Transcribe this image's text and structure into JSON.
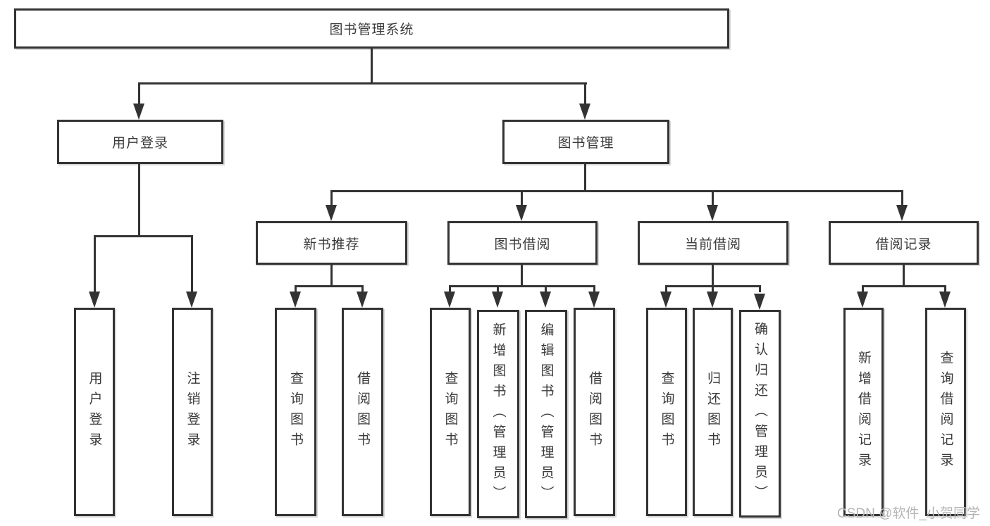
{
  "diagram": {
    "type": "hierarchy",
    "root": {
      "label": "图书管理系统"
    },
    "level2": [
      {
        "label": "用户登录"
      },
      {
        "label": "图书管理"
      }
    ],
    "level3": [
      {
        "label": "新书推荐",
        "parent": "图书管理"
      },
      {
        "label": "图书借阅",
        "parent": "图书管理"
      },
      {
        "label": "当前借阅",
        "parent": "图书管理"
      },
      {
        "label": "借阅记录",
        "parent": "图书管理"
      }
    ],
    "leaves": [
      {
        "label": "用户登录",
        "parent": "用户登录"
      },
      {
        "label": "注销登录",
        "parent": "用户登录"
      },
      {
        "label": "查询图书",
        "parent": "新书推荐"
      },
      {
        "label": "借阅图书",
        "parent": "新书推荐"
      },
      {
        "label": "查询图书",
        "parent": "图书借阅"
      },
      {
        "label": "新增图书（管理员）",
        "parent": "图书借阅"
      },
      {
        "label": "编辑图书（管理员）",
        "parent": "图书借阅"
      },
      {
        "label": "借阅图书",
        "parent": "图书借阅"
      },
      {
        "label": "查询图书",
        "parent": "当前借阅"
      },
      {
        "label": "归还图书",
        "parent": "当前借阅"
      },
      {
        "label": "确认归还（管理员）",
        "parent": "当前借阅"
      },
      {
        "label": "新增借阅记录",
        "parent": "借阅记录"
      },
      {
        "label": "查询借阅记录",
        "parent": "借阅记录"
      }
    ]
  },
  "watermark": {
    "text": "CSDN @软件_小贺同学"
  },
  "colors": {
    "line": "#333333",
    "box_border": "#333333",
    "text": "#3a3a3a",
    "watermark": "#b5b5b5",
    "background": "#ffffff"
  }
}
